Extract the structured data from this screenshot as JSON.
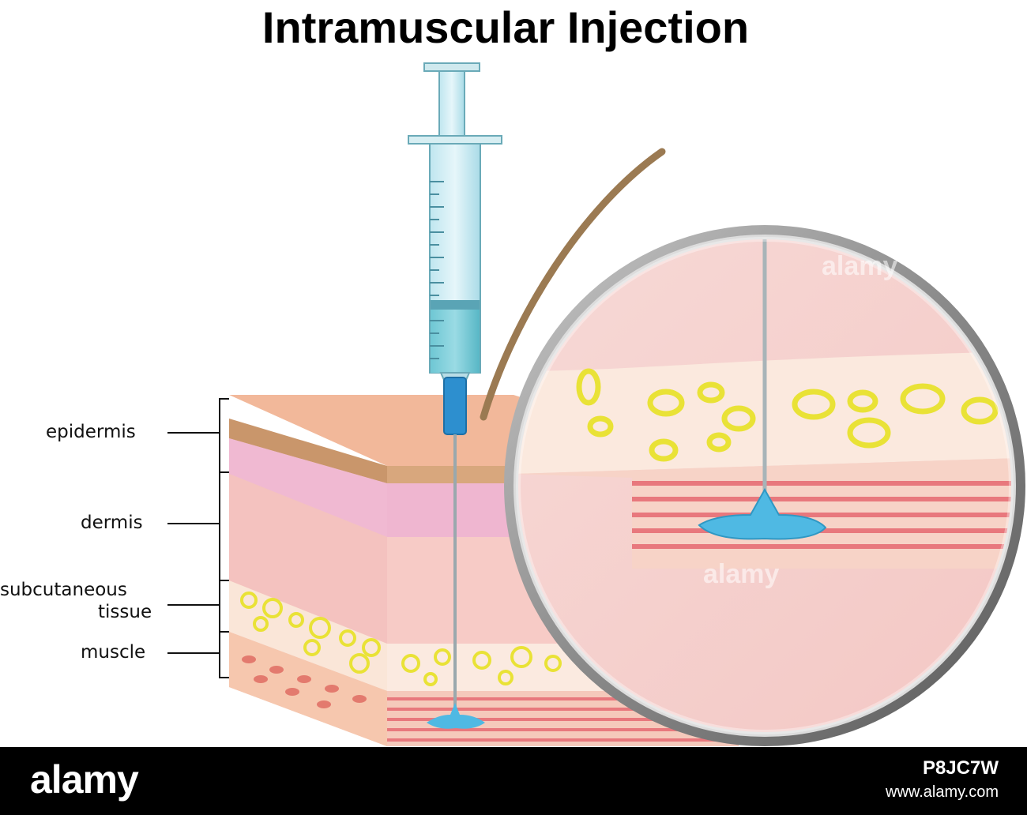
{
  "title": "Intramuscular Injection",
  "labels": {
    "epidermis": "epidermis",
    "dermis": "dermis",
    "subcutaneous_line1": "subcutaneous",
    "subcutaneous_line2": "tissue",
    "muscle": "muscle"
  },
  "watermark": "alamy",
  "footer": {
    "logo": "alamy",
    "image_id": "P8JC7W",
    "site": "www.alamy.com"
  },
  "colors": {
    "skin_top": "#f2b89a",
    "epidermis_band": "#c9966b",
    "dermis": "#f4c2bf",
    "fat_cell": "#e9e236",
    "muscle_stripe": "#e8787d",
    "liquid": "#4fb9e3",
    "hair": "#9b7a52"
  }
}
